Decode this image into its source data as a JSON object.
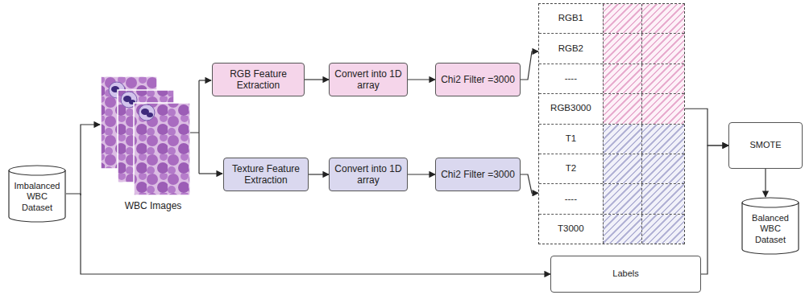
{
  "diagram": {
    "nodes": [
      {
        "text": [
          "Imbalanced WBC Dataset"
        ]
      },
      {
        "text": [
          "RGB Feature Extraction"
        ]
      },
      {
        "text": [
          "Convert into 1D array"
        ]
      },
      {
        "text": [
          "Chi2 Filter =3000"
        ]
      },
      {
        "text": [
          "Texture Feature Extraction"
        ]
      },
      {
        "text": [
          "Convert into 1D array"
        ]
      },
      {
        "text": [
          "Chi2 Filter =3000"
        ]
      },
      {
        "text": [
          "RGB1",
          "RGB2",
          "----",
          "RGB3000",
          "T1",
          "T2",
          "----",
          "T3000"
        ]
      },
      {
        "text": [
          "Labels"
        ]
      },
      {
        "text": [
          "SMOTE"
        ]
      },
      {
        "text": [
          "Balanced WBC Dataset"
        ]
      }
    ],
    "edges": [
      {
        "from": 0,
        "to": 8,
        "arrow": "to"
      },
      {
        "from": 1,
        "to": 2,
        "arrow": "to"
      },
      {
        "from": 2,
        "to": 3,
        "arrow": "to"
      },
      {
        "from": 4,
        "to": 5,
        "arrow": "to"
      },
      {
        "from": 5,
        "to": 6,
        "arrow": "to"
      },
      {
        "from": 3,
        "to": 7,
        "arrow": "to"
      },
      {
        "from": 6,
        "to": 7,
        "arrow": "to"
      },
      {
        "from": 7,
        "to": 9,
        "arrow": "to"
      },
      {
        "from": 8,
        "to": 9,
        "arrow": "to"
      },
      {
        "from": 9,
        "to": 10,
        "arrow": "to"
      }
    ],
    "labels": [
      "WBC Images"
    ]
  }
}
